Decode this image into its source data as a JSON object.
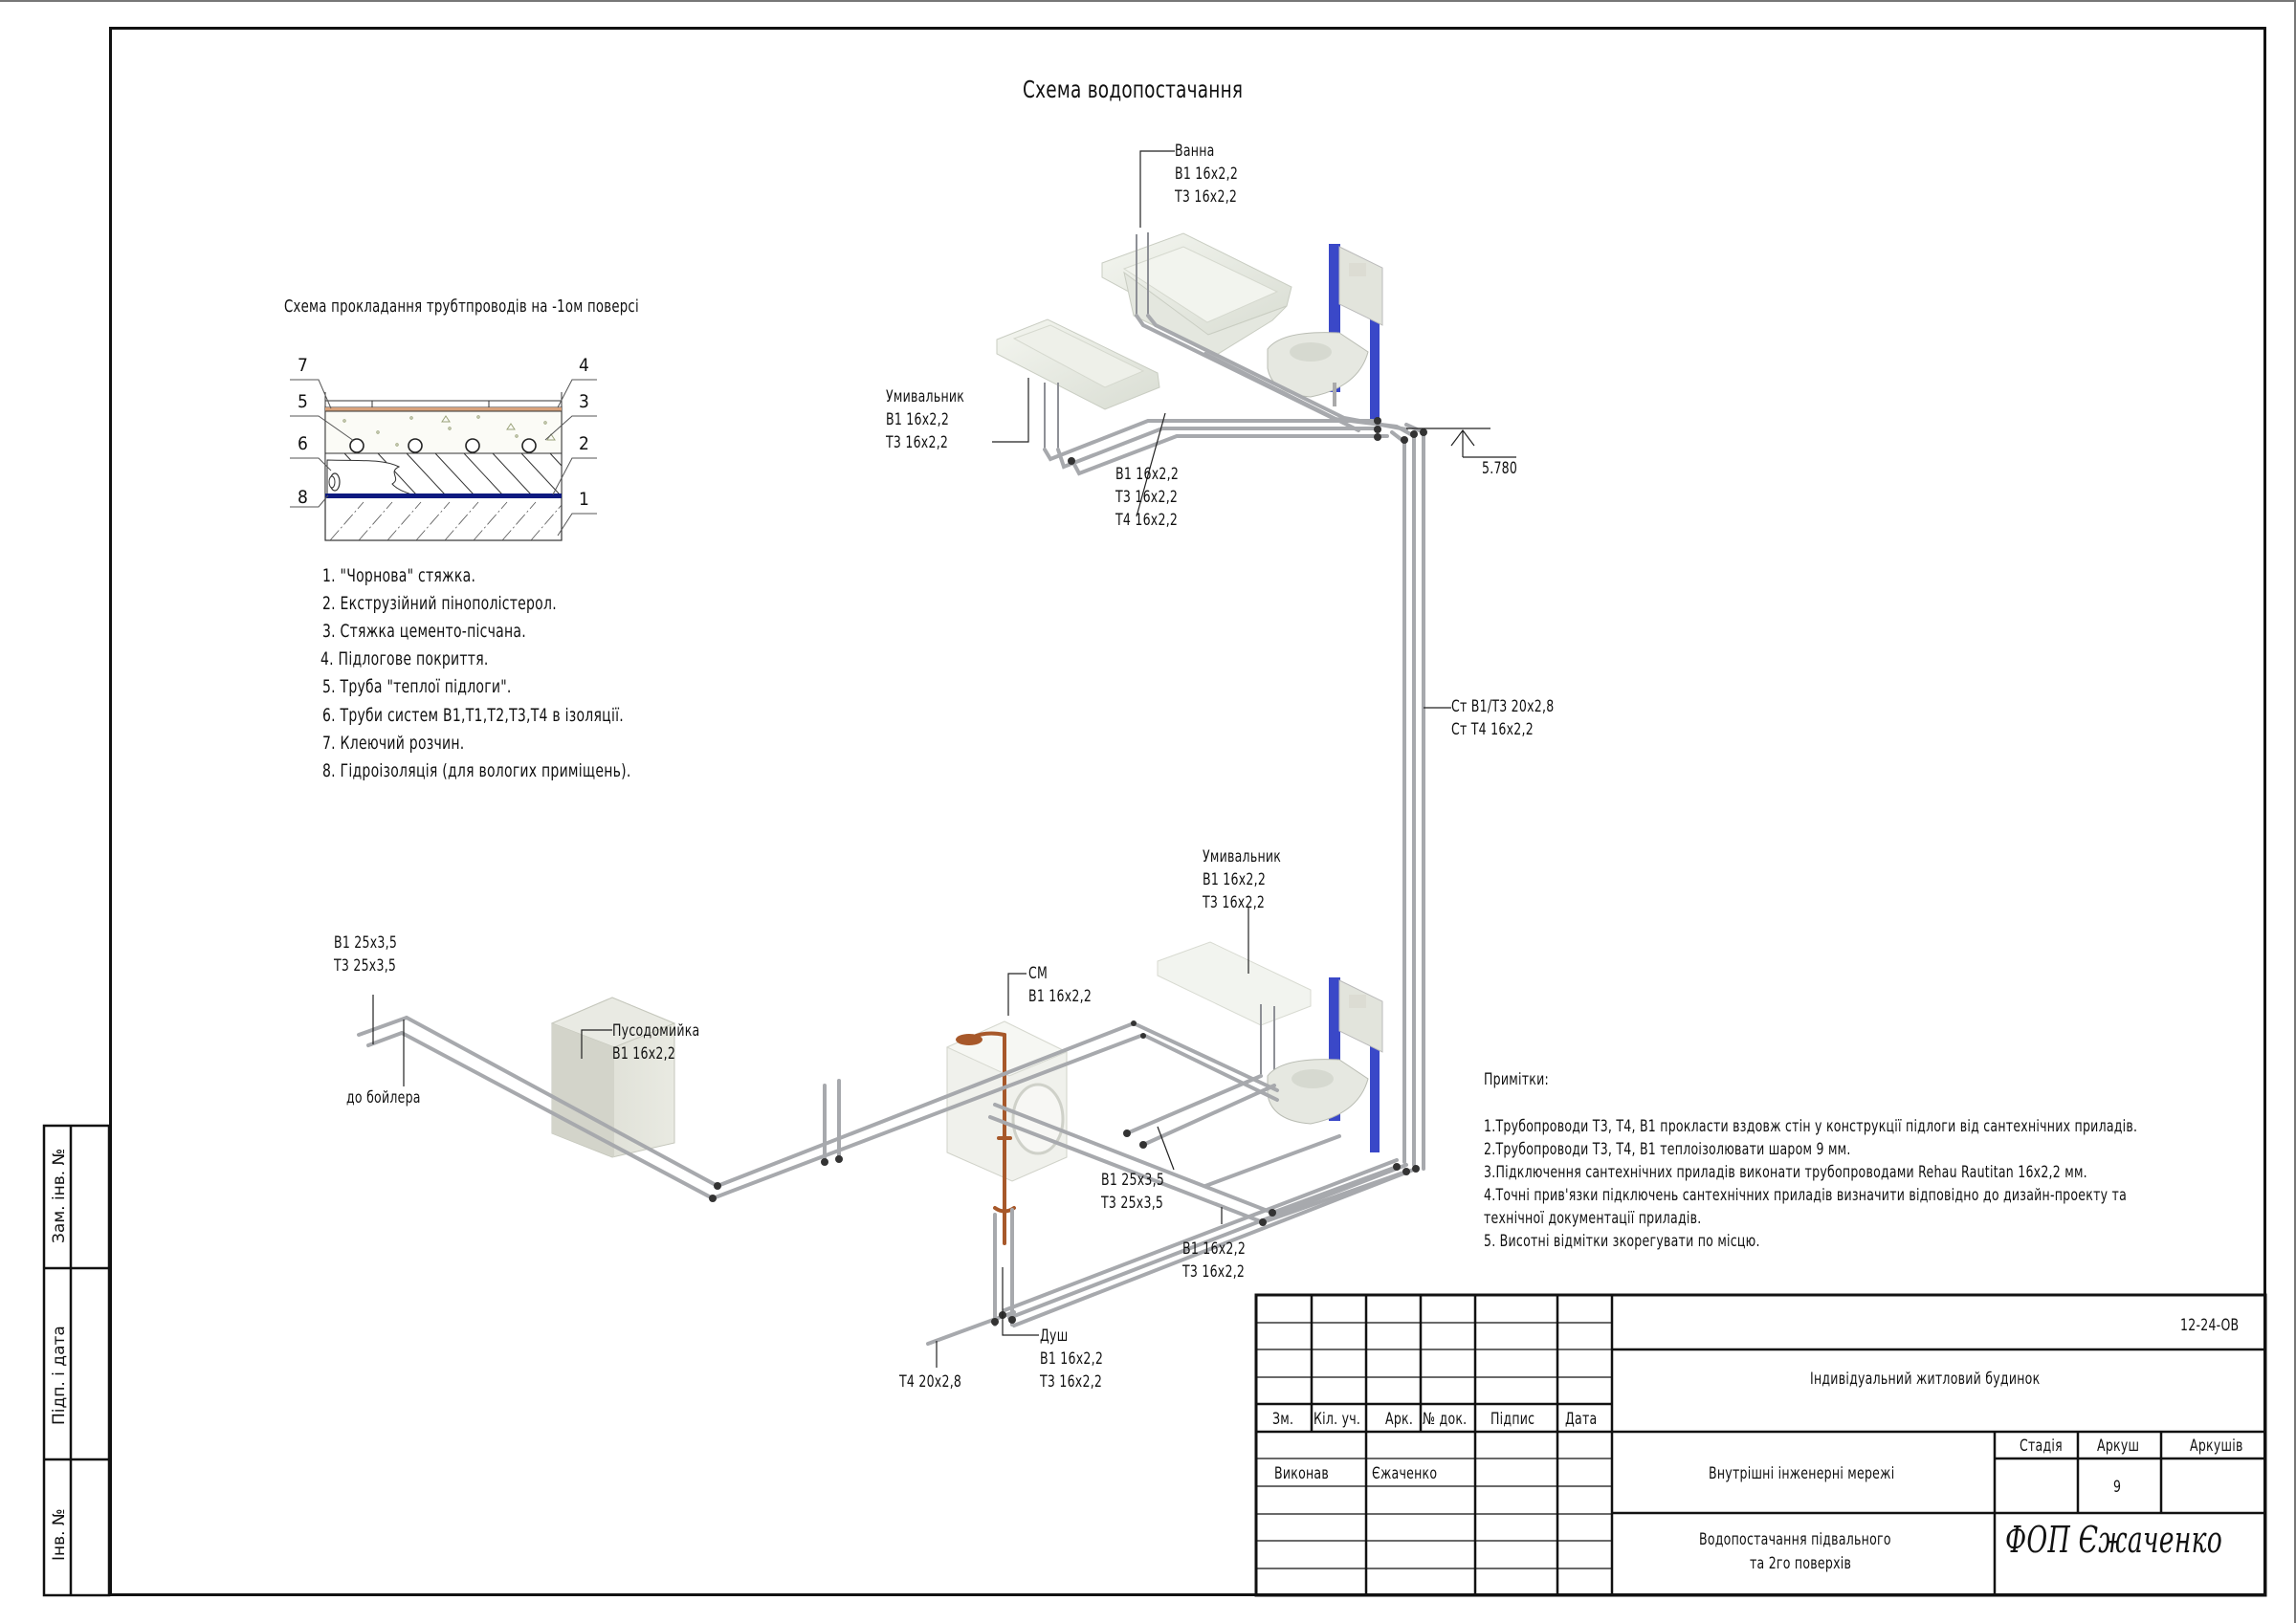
{
  "drawing": {
    "title": "Схема водопостачання",
    "elevation_mark": "5.780"
  },
  "floor_section": {
    "title": "Схема прокладання трубтпроводів на -1ом поверсі",
    "callout_numbers": [
      "7",
      "5",
      "6",
      "8",
      "4",
      "3",
      "2",
      "1"
    ],
    "legend": [
      "1. \"Чорнова\" стяжка.",
      "2. Екструзійний пінополістерол.",
      "3. Стяжка цементо-пісчана.",
      "4. Підлогове покриття.",
      "5. Труба \"теплої підлоги\".",
      "6. Труби систем В1,Т1,Т2,Т3,Т4 в ізоляції.",
      "7. Клеючий розчин.",
      "8. Гідроізоляція (для вологих приміщень)."
    ],
    "colors": {
      "waterproofing": "#0d1a80",
      "adhesive": "#c98a5a",
      "screed_dots": "#9aa27a"
    }
  },
  "labels": {
    "bath": [
      "Ванна",
      "В1 16x2,2",
      "Т3 16x2,2"
    ],
    "washbasin_top": [
      "Умивальник",
      "В1 16x2,2",
      "Т3 16x2,2"
    ],
    "pipes_top": [
      "В1 16x2,2",
      "Т3 16x2,2",
      "Т4 16x2,2"
    ],
    "riser": [
      "Ст В1/Т3 20x2,8",
      "Ст Т4 16x2,2"
    ],
    "washbasin_bottom": [
      "Умивальник",
      "В1 16x2,2",
      "Т3 16x2,2"
    ],
    "boiler_inlet": [
      "В1 25x3,5",
      "Т3 25x3,5"
    ],
    "to_boiler": "до бойлера",
    "dishwasher": [
      "Пусодомийка",
      "В1 16x2,2"
    ],
    "washing_machine": [
      "СМ",
      "В1 16x2,2"
    ],
    "pipes_main": [
      "В1 25x3,5",
      "Т3 25x3,5"
    ],
    "pipes_lower": [
      "В1 16x2,2",
      "Т3 16x2,2"
    ],
    "shower": [
      "Душ",
      "В1 16x2,2",
      "Т3 16x2,2"
    ],
    "t4_pipe": "Т4 20x2,8"
  },
  "notes": {
    "heading": "Примітки:",
    "items": [
      "1.Трубопроводи Т3, Т4, В1 прокласти вздовж стін у конструкції підлоги від сантехнічних приладів.",
      "2.Трубопроводи Т3, Т4, В1 теплоізолювати шаром 9 мм.",
      "3.Підключення сантехнічних приладів виконати трубопроводами Rehau Rautitan 16x2,2 мм.",
      "4.Точні прив'язки підключень сантехнічних приладів визначити відповідно до дизайн-проекту та",
      "технічної документації приладів.",
      "5. Висотні відмітки зкорегувати по місцю."
    ]
  },
  "title_block": {
    "doc_code": "12-24-ОВ",
    "project": "Індивідуальний житловий будинок",
    "section": "Внутрішні інженерні мережі",
    "sheet_title": [
      "Водопостачання підвального",
      "та 2го поверхів"
    ],
    "columns": [
      "Зм.",
      "Кіл. уч.",
      "Арк.",
      "№ док.",
      "Підпис",
      "Дата"
    ],
    "role": "Виконав",
    "author": "Єжаченко",
    "stage_label": "Стадія",
    "sheet_label": "Аркуш",
    "sheets_label": "Аркушів",
    "stage": "",
    "sheet": "9",
    "sheets": "",
    "company": "ФОП Єжаченко"
  },
  "side_stamp": [
    "Зам. інв. №",
    "Підп. і дата",
    "Інв. №"
  ],
  "colors": {
    "pipe": "#a7a9ad",
    "pipe_dark": "#3a3a3a",
    "fixture": "#e8ebe4",
    "frame_blue": "#3a48c8",
    "shower_copper": "#a7582a"
  }
}
